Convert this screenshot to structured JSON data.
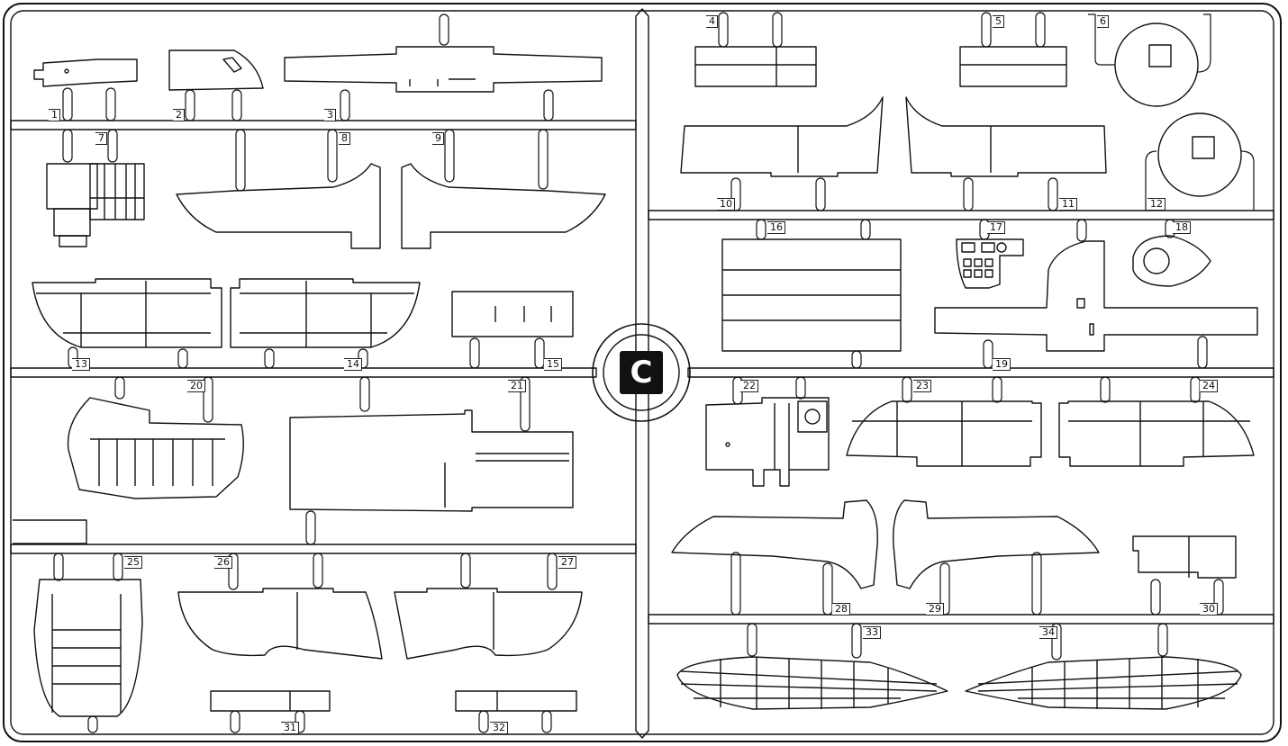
{
  "sprue": {
    "letter": "C",
    "part_numbers": [
      "1",
      "2",
      "3",
      "4",
      "5",
      "6",
      "7",
      "8",
      "9",
      "10",
      "11",
      "12",
      "13",
      "14",
      "15",
      "16",
      "17",
      "18",
      "19",
      "20",
      "21",
      "22",
      "23",
      "24",
      "25",
      "26",
      "27",
      "28",
      "29",
      "30",
      "31",
      "32",
      "33",
      "34"
    ]
  }
}
